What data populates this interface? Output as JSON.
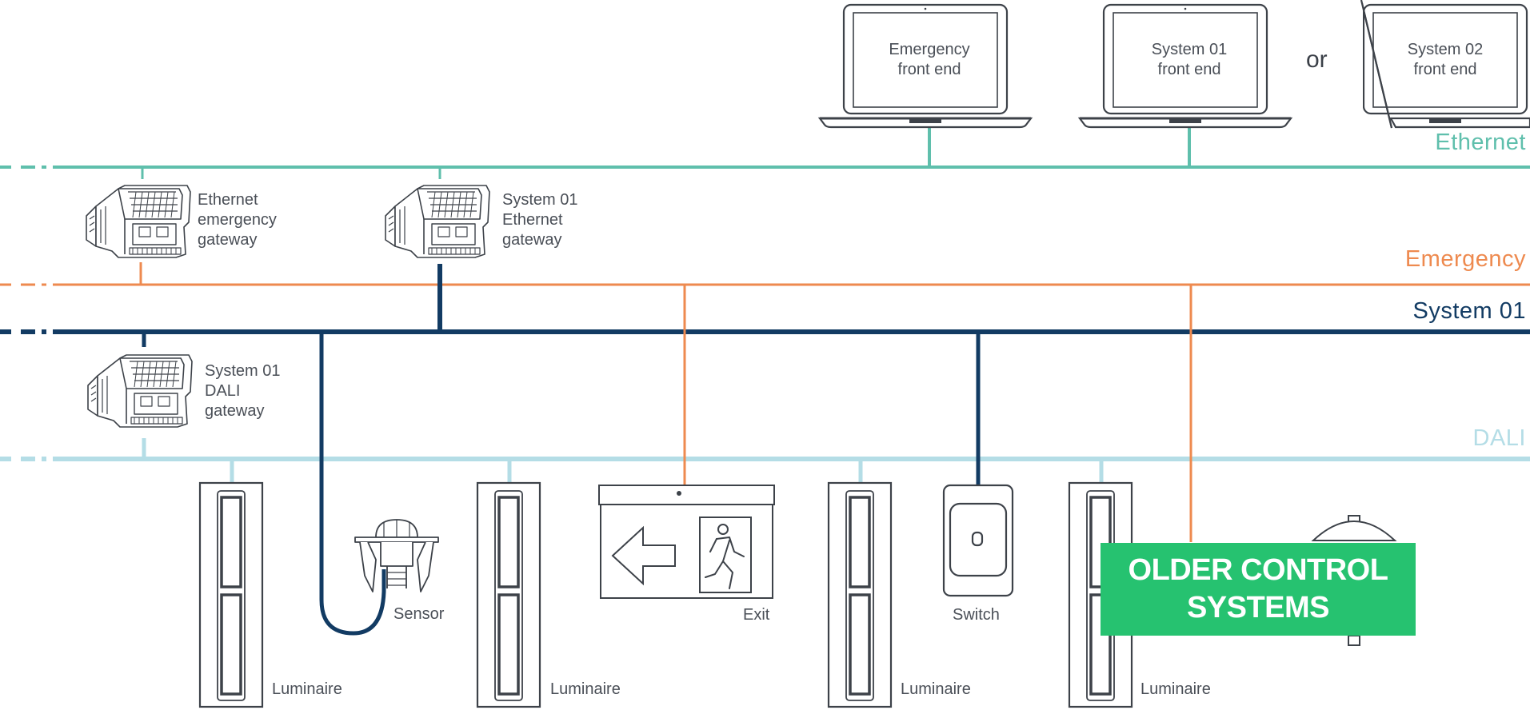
{
  "colors": {
    "ethernet": "#5fbfac",
    "emergency": "#ee8a4f",
    "system01": "#123b63",
    "dali": "#b4dde6",
    "outline": "#3d4249",
    "badge": "#26c270"
  },
  "buses": {
    "ethernet": "Ethernet",
    "emergency": "Emergency",
    "system01": "System 01",
    "dali": "DALI"
  },
  "front_ends": {
    "emergency": "Emergency\nfront end",
    "system01": "System 01\nfront end",
    "or": "or",
    "system02": "System 02\nfront end"
  },
  "gateways": {
    "ethernet_emergency": "Ethernet\nemergency\ngateway",
    "system01_ethernet": "System 01\nEthernet\ngateway",
    "system01_dali": "System 01\nDALI\ngateway"
  },
  "devices": {
    "luminaire_1": "Luminaire",
    "sensor": "Sensor",
    "luminaire_2": "Luminaire",
    "exit": "Exit",
    "luminaire_3": "Luminaire",
    "switch": "Switch",
    "luminaire_4": "Luminaire"
  },
  "badge": "OLDER CONTROL\nSYSTEMS",
  "icons": [
    "laptop-icon",
    "gateway-module-icon",
    "luminaire-icon",
    "sensor-icon",
    "exit-sign-icon",
    "running-man-icon",
    "switch-icon"
  ]
}
